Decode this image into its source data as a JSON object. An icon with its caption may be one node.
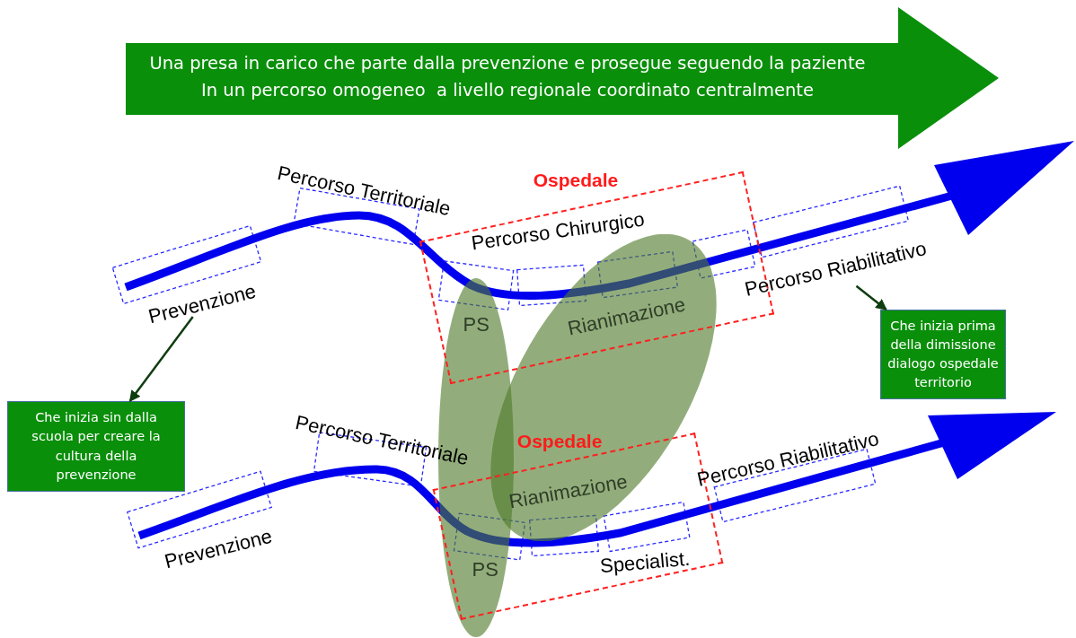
{
  "diagram": {
    "nodes": [
      {
        "text": [
          "Una presa in carico che parte dalla prevenzione e prosegue seguendo la paziente",
          "In un percorso omogeneo  a livello regionale coordinato centralmente"
        ]
      },
      {
        "text": [
          "Ospedale"
        ]
      },
      {
        "text": [
          "Rianimazione"
        ]
      },
      {
        "text": [
          "Percorso Riabilitativo"
        ]
      },
      {
        "text": [
          "PS",
          "PS"
        ]
      },
      {
        "text": [
          "Prevenzione"
        ]
      },
      {
        "text": [
          "Che inizia prima della dimissione dialogo ospedale territorio"
        ]
      },
      {
        "text": [
          "Che inizia sin dalla scuola per creare la cultura della prevenzione"
        ]
      },
      {
        "text": [
          "Ospedale"
        ]
      },
      {
        "text": [
          "Rianimazione"
        ]
      }
    ],
    "edges": [
      {
        "from": 5,
        "to": 7,
        "arrow": "to"
      },
      {
        "from": 3,
        "to": 6,
        "arrow": "to"
      }
    ],
    "labels": [
      "Percorso Territoriale",
      "Percorso Chirurgico",
      "Percorso Territoriale",
      "Percorso Riabilitativo",
      "Prevenzione",
      "Specialist."
    ]
  }
}
